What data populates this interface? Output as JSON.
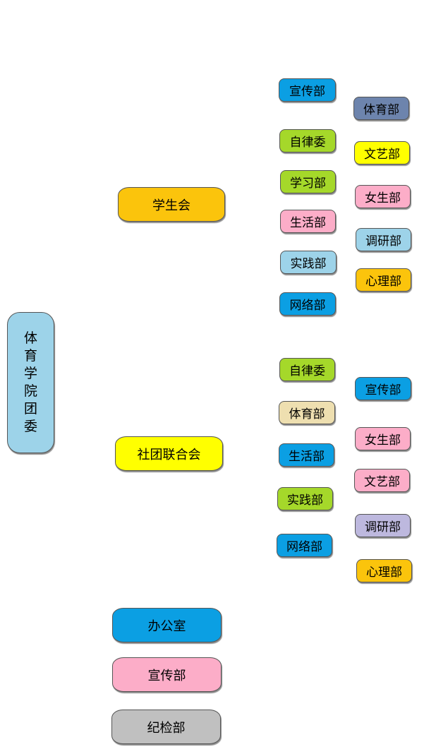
{
  "colors": {
    "light_blue": "#9dd3e9",
    "orange": "#fbc40c",
    "yellow": "#ffff00",
    "blue": "#0b9fe3",
    "pink": "#fcadc8",
    "gray": "#c0c0c0",
    "green": "#a5d82a",
    "slate": "#6d84ad",
    "tan": "#eedfb0",
    "lavender": "#bdb8de"
  },
  "root": {
    "chars": [
      "体",
      "育",
      "学",
      "院",
      "团",
      "委"
    ]
  },
  "level1": {
    "student_union": "学生会",
    "club_federation": "社团联合会",
    "office": "办公室",
    "publicity": "宣传部",
    "discipline": "纪检部"
  },
  "student_union_depts": {
    "col1": [
      "宣传部",
      "自律委",
      "学习部",
      "生活部",
      "实践部",
      "网络部"
    ],
    "col2": [
      "体育部",
      "文艺部",
      "女生部",
      "调研部",
      "心理部"
    ]
  },
  "club_federation_depts": {
    "col1": [
      "自律委",
      "体育部",
      "生活部",
      "实践部",
      "网络部"
    ],
    "col2": [
      "宣传部",
      "女生部",
      "文艺部",
      "调研部",
      "心理部"
    ]
  }
}
